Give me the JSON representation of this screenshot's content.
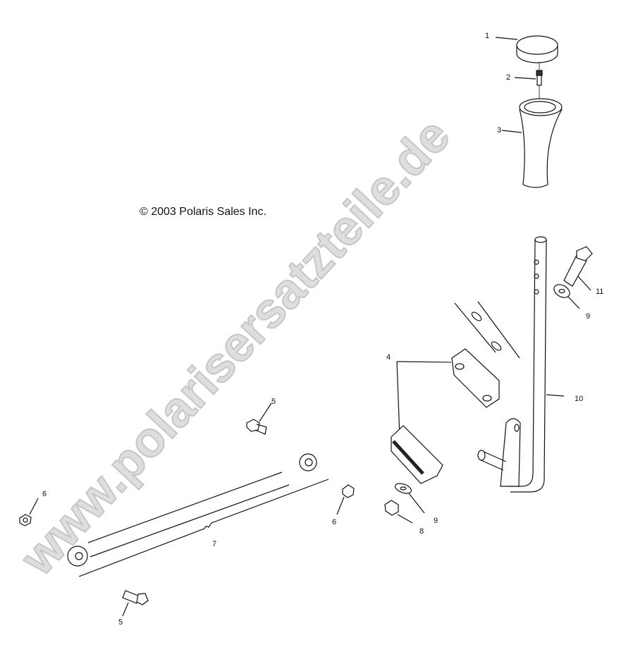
{
  "diagram": {
    "type": "exploded-parts-view",
    "copyright": "© 2003 Polaris Sales Inc.",
    "watermark": "www.polarisersatzteile.de",
    "colors": {
      "line": "#111111",
      "watermark_fill": "#d9d9d9",
      "watermark_stroke": "#bdbdbd",
      "background": "#ffffff"
    },
    "callouts": [
      {
        "id": "c1",
        "label": "1",
        "part": "knob-cap"
      },
      {
        "id": "c2",
        "label": "2",
        "part": "screw"
      },
      {
        "id": "c3",
        "label": "3",
        "part": "shift-knob"
      },
      {
        "id": "c4",
        "label": "4",
        "part": "bracket-pair"
      },
      {
        "id": "c5a",
        "label": "5",
        "part": "bolt-upper"
      },
      {
        "id": "c5b",
        "label": "5",
        "part": "bolt-lower"
      },
      {
        "id": "c6a",
        "label": "6",
        "part": "nut-left"
      },
      {
        "id": "c6b",
        "label": "6",
        "part": "nut-center"
      },
      {
        "id": "c7",
        "label": "7",
        "part": "linkage-rod-assembly"
      },
      {
        "id": "c8",
        "label": "8",
        "part": "lock-nut"
      },
      {
        "id": "c9a",
        "label": "9",
        "part": "washer-upper"
      },
      {
        "id": "c9b",
        "label": "9",
        "part": "washer-lower"
      },
      {
        "id": "c10",
        "label": "10",
        "part": "shift-lever"
      },
      {
        "id": "c11",
        "label": "11",
        "part": "flange-bolt"
      }
    ]
  }
}
